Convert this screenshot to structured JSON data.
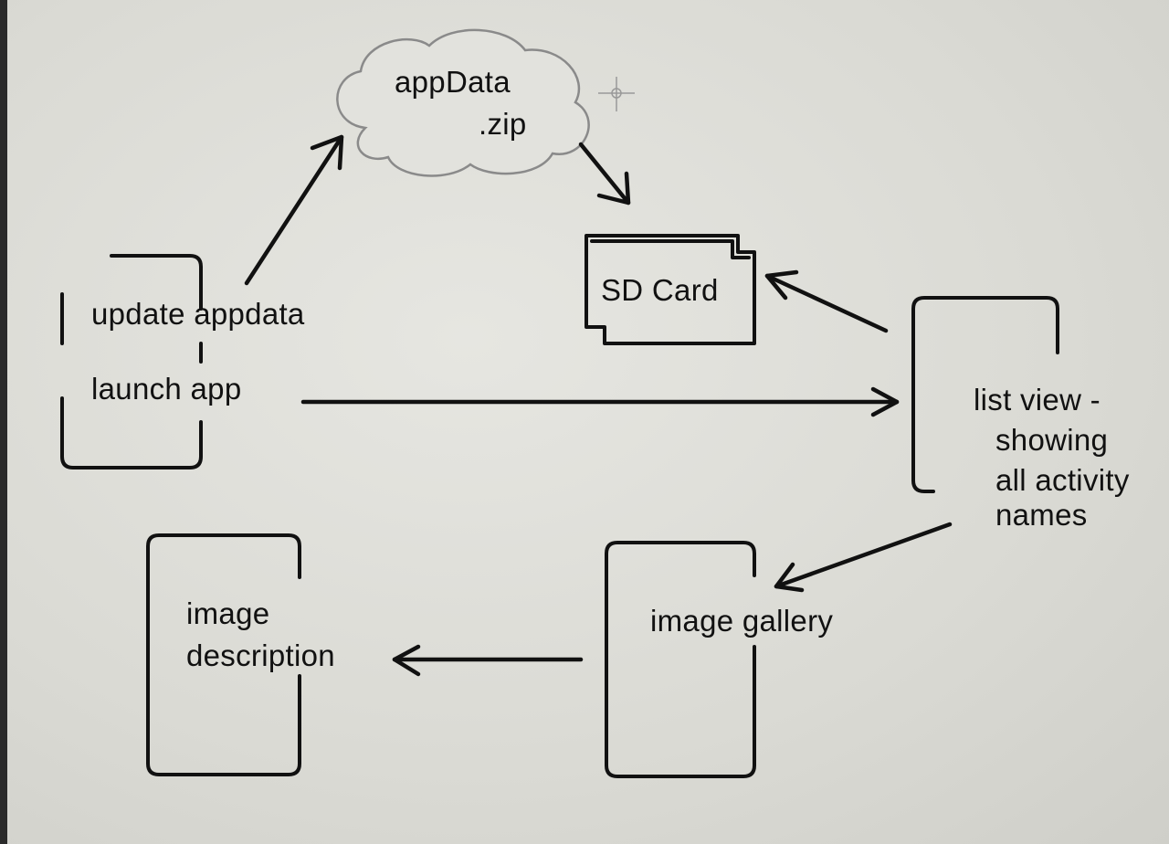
{
  "nodes": {
    "launcher": {
      "update_label": "update appdata",
      "launch_label": "launch app"
    },
    "cloud": {
      "line1": "appData",
      "line2": ".zip"
    },
    "sd_card": {
      "label": "SD Card"
    },
    "list_view": {
      "line1": "list view -",
      "line2": "showing",
      "line3": "all activity",
      "line4": "names"
    },
    "image_gallery": {
      "label": "image gallery"
    },
    "image_description": {
      "line1": "image",
      "line2": "description"
    }
  },
  "edges": [
    {
      "from": "update appdata",
      "to": "appData .zip"
    },
    {
      "from": "appData .zip",
      "to": "SD Card"
    },
    {
      "from": "launch app",
      "to": "list view"
    },
    {
      "from": "list view",
      "to": "SD Card"
    },
    {
      "from": "list view",
      "to": "image gallery"
    },
    {
      "from": "image gallery",
      "to": "image description"
    }
  ]
}
